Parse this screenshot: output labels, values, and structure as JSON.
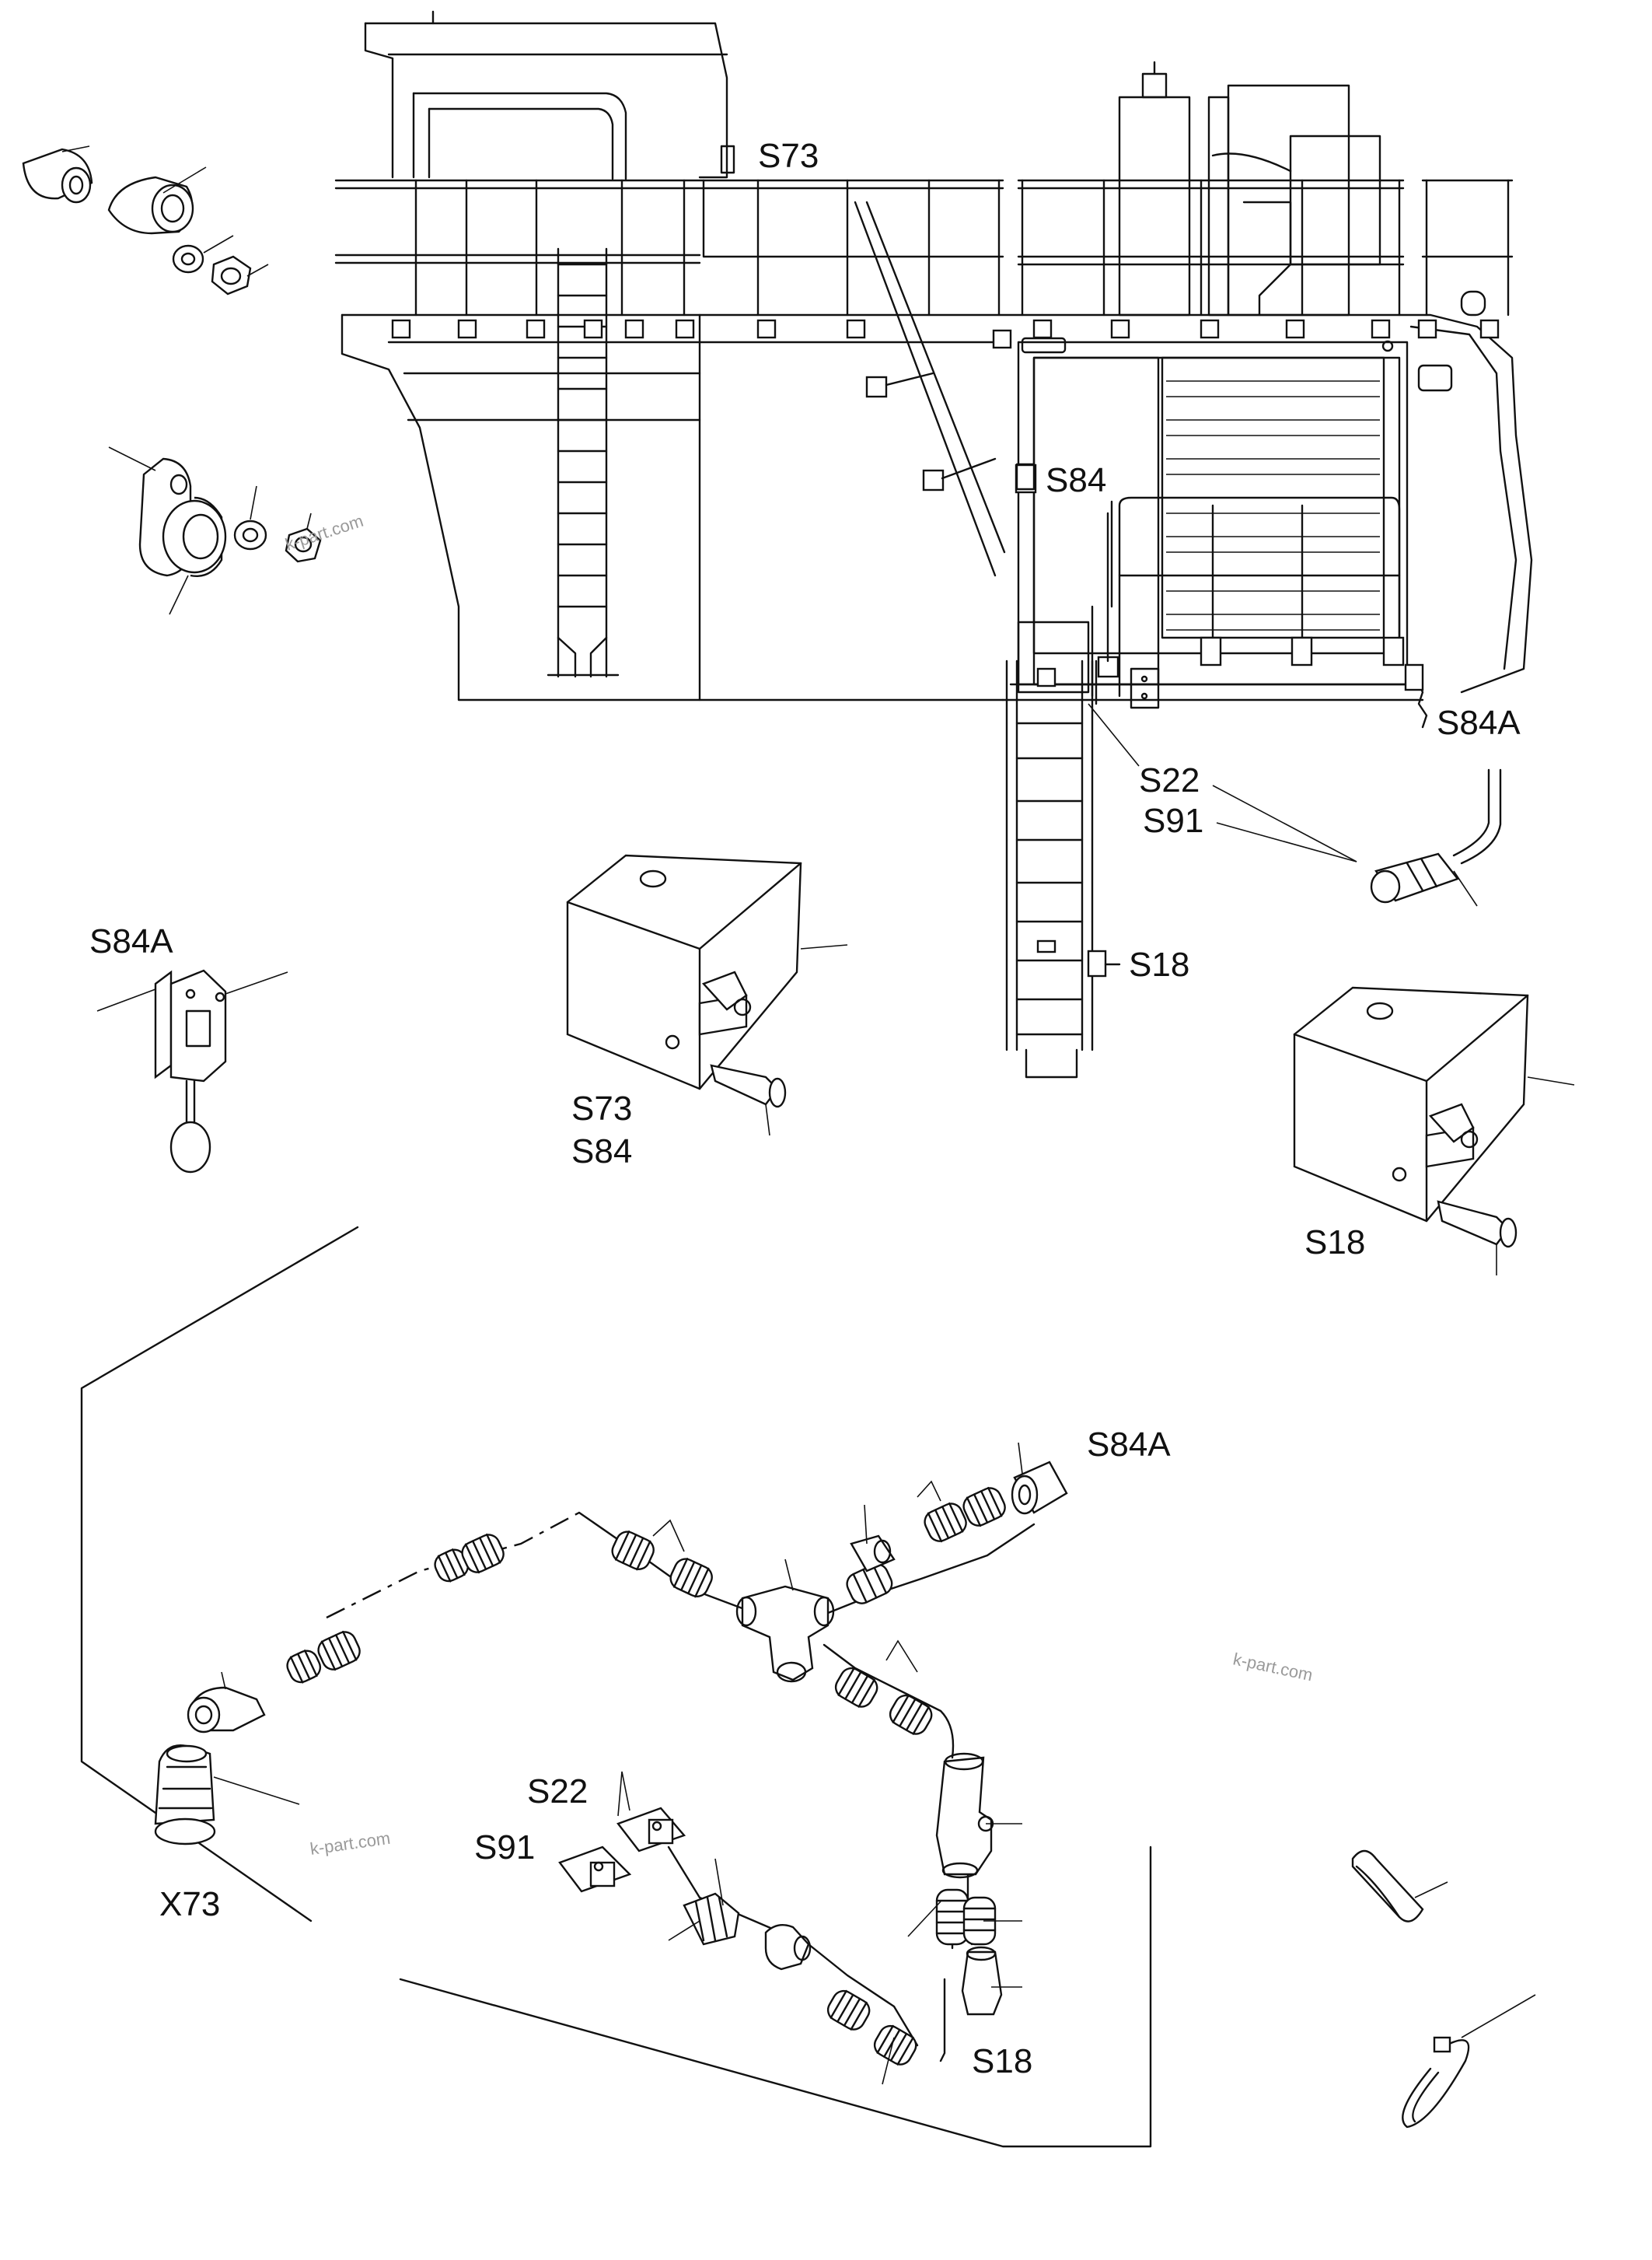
{
  "labels": {
    "s73_top": "S73",
    "s84_top": "S84",
    "s84a_top": "S84A",
    "s22_top": "S22",
    "s91_top": "S91",
    "s18_mid": "S18",
    "s84a_left": "S84A",
    "s73_cover": "S73",
    "s84_cover": "S84",
    "s18_cover": "S18",
    "s84a_harness": "S84A",
    "s22_harness": "S22",
    "s91_harness": "S91",
    "x73": "X73",
    "s18_harness": "S18"
  },
  "watermarks": {
    "wm1": "k-part.com",
    "wm2": "k-part.com",
    "wm3": "k-part.com"
  }
}
